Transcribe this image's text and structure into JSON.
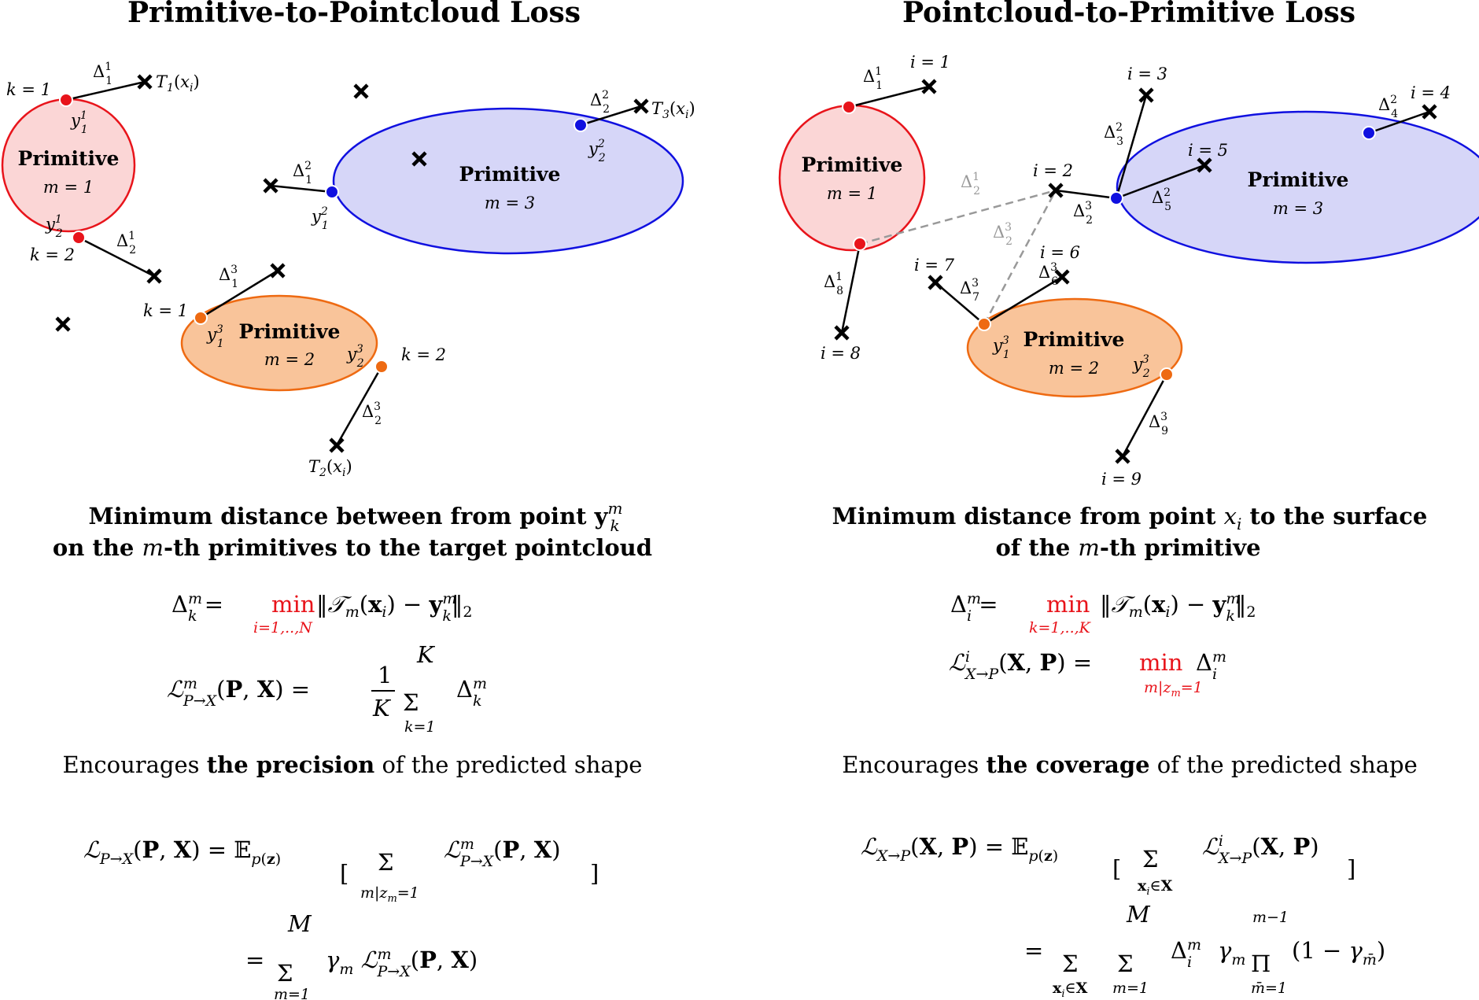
{
  "colors": {
    "red_stroke": "#e8141b",
    "red_fill": "#fbd6d6",
    "blue_stroke": "#1010e0",
    "blue_fill": "#d6d6f8",
    "orange_stroke": "#ee6a12",
    "orange_fill": "#f9c49a",
    "dashed": "#999999",
    "highlight": "#e8141b"
  },
  "left": {
    "title": "Primitive-to-Pointcloud Loss",
    "primitive_label": "Primitive",
    "m1": "m = 1",
    "m2": "m = 2",
    "m3": "m = 3",
    "k1": "k = 1",
    "k2": "k = 2",
    "heading_line1": "Minimum distance between from point y",
    "heading_line1_sup": "m",
    "heading_line1_sub": "k",
    "heading_line2a": "on the ",
    "heading_line2_m": "m",
    "heading_line2b": "-th primitives to the target pointcloud",
    "encourages_a": "Encourages ",
    "encourages_b": "the precision",
    "encourages_c": " of the predicted shape",
    "min_text": "min",
    "min_range": "i=1,..,N"
  },
  "right": {
    "title": "Pointcloud-to-Primitive Loss",
    "primitive_label": "Primitive",
    "m1": "m = 1",
    "m2": "m = 2",
    "m3": "m = 3",
    "i_labels": [
      "i = 1",
      "i = 2",
      "i = 3",
      "i = 4",
      "i = 5",
      "i = 6",
      "i = 7",
      "i = 8",
      "i = 9"
    ],
    "heading_line1a": "Minimum distance from point ",
    "heading_line1_x": "x",
    "heading_line1_sub": "i",
    "heading_line1b": " to the surface",
    "heading_line2a": "of the ",
    "heading_line2_m": "m",
    "heading_line2b": "-th primitive",
    "encourages_a": "Encourages ",
    "encourages_b": "the coverage",
    "encourages_c": " of the predicted shape",
    "min_text": "min",
    "min_range1": "k=1,..,K",
    "min_range2": "m|z",
    "min_range2b": "m",
    "min_range2c": "=1"
  }
}
